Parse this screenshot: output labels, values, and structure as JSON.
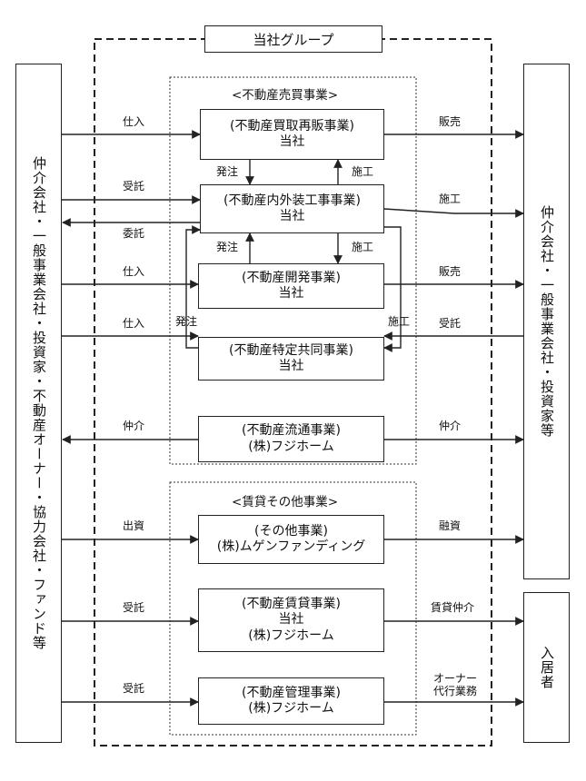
{
  "group_title": "当社グループ",
  "sections": {
    "trading": "<不動産売買事業>",
    "leasing": "<賃貸その他事業>"
  },
  "left_panel": "仲介会社・一般事業会社・投資家・不動産オーナー・協力会社・ファンド等",
  "right_panel": "仲介会社・一般事業会社・投資家等",
  "tenant_panel": "入居者",
  "boxes": {
    "resale": [
      "(不動産買取再販事業)",
      "当社"
    ],
    "construction": [
      "(不動産内外装工事事業)",
      "当社"
    ],
    "development": [
      "(不動産開発事業)",
      "当社"
    ],
    "joint": [
      "(不動産特定共同事業)",
      "当社"
    ],
    "distribution": [
      "(不動産流通事業)",
      "(株)フジホーム"
    ],
    "other": [
      "(その他事業)",
      "(株)ムゲンファンディング"
    ],
    "rental": [
      "(不動産賃貸事業)",
      "当社",
      "(株)フジホーム"
    ],
    "management": [
      "(不動産管理事業)",
      "(株)フジホーム"
    ]
  },
  "labels": {
    "shiire1": "仕入",
    "jutaku1": "受託",
    "itaku": "委託",
    "shiire2": "仕入",
    "shiire3": "仕入",
    "chukai_left": "仲介",
    "shusshi": "出資",
    "jutaku2": "受託",
    "jutaku3": "受託",
    "hanbai1": "販売",
    "seko_right": "施工",
    "hanbai2": "販売",
    "jutaku_right": "受託",
    "chukai_right": "仲介",
    "yushi": "融資",
    "chintai_chukai": "賃貸仲介",
    "owner_line1": "オーナー",
    "owner_line2": "代行業務",
    "hatchu1": "発注",
    "seko1": "施工",
    "hatchu2": "発注",
    "seko2": "施工",
    "hatchu3": "発注",
    "seko3": "施工"
  }
}
